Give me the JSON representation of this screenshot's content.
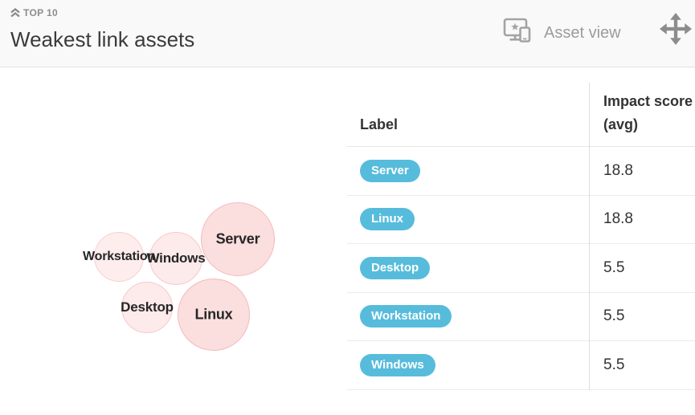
{
  "header": {
    "top_label": "TOP 10",
    "title": "Weakest link assets",
    "asset_view_label": "Asset view"
  },
  "colors": {
    "header_bg": "#f9f9f9",
    "muted_gray": "#9c9c9c",
    "icon_gray": "#8c8c8c",
    "badge_blue": "#57bcdc",
    "bubble_fill_large": "#fbdede",
    "bubble_stroke_large": "#f5baba",
    "bubble_fill_small": "#fdeaea",
    "bubble_stroke_small": "#f7caca"
  },
  "table": {
    "columns": [
      "Label",
      "Impact score (avg)"
    ],
    "badge_color": "#57bcdc",
    "rows": [
      {
        "label": "Server",
        "value": "18.8"
      },
      {
        "label": "Linux",
        "value": "18.8"
      },
      {
        "label": "Desktop",
        "value": "5.5"
      },
      {
        "label": "Workstation",
        "value": "5.5"
      },
      {
        "label": "Windows",
        "value": "5.5"
      }
    ]
  },
  "chart_data": {
    "type": "bubble",
    "title": "Weakest link assets",
    "legend": "none",
    "series": [
      {
        "label": "Server",
        "impact_score_avg": 18.8
      },
      {
        "label": "Linux",
        "impact_score_avg": 18.8
      },
      {
        "label": "Desktop",
        "impact_score_avg": 5.5
      },
      {
        "label": "Workstation",
        "impact_score_avg": 5.5
      },
      {
        "label": "Windows",
        "impact_score_avg": 5.5
      }
    ],
    "bubbles": [
      {
        "label": "Workstation",
        "cx": 148,
        "cy": 235,
        "r": 31,
        "fill": "#fdeded",
        "stroke": "#f8cfcf",
        "font_size": 16
      },
      {
        "label": "Windows",
        "cx": 219,
        "cy": 237,
        "r": 33,
        "fill": "#fdeaea",
        "stroke": "#f7caca",
        "font_size": 17
      },
      {
        "label": "Server",
        "cx": 296,
        "cy": 213,
        "r": 46,
        "fill": "#fbdede",
        "stroke": "#f5baba",
        "font_size": 18
      },
      {
        "label": "Desktop",
        "cx": 183,
        "cy": 298,
        "r": 32,
        "fill": "#fdeaea",
        "stroke": "#f7caca",
        "font_size": 17
      },
      {
        "label": "Linux",
        "cx": 266,
        "cy": 307,
        "r": 45,
        "fill": "#fbdede",
        "stroke": "#f5baba",
        "font_size": 18
      }
    ]
  }
}
